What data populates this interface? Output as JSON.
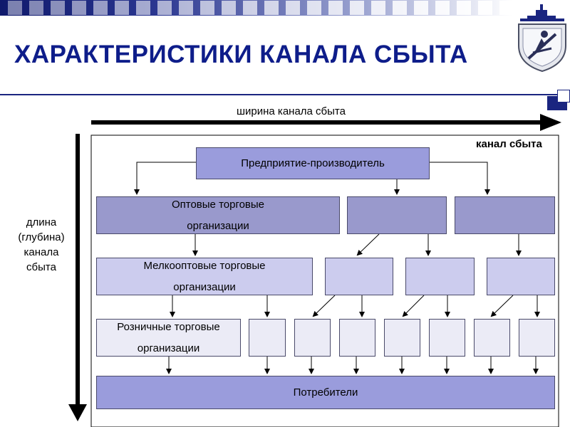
{
  "title": "ХАРАКТЕРИСТИКИ КАНАЛА СБЫТА",
  "diagram": {
    "width_label": "ширина канала сбыта",
    "length_label": [
      "длина",
      "(глубина)",
      "канала",
      "сбыта"
    ],
    "channel_label": "канал сбыта",
    "producer": "Предприятие-производитель",
    "wholesale": [
      "Оптовые торговые",
      "организации"
    ],
    "small_wholesale": [
      "Мелкооптовые торговые",
      "организации"
    ],
    "retail": [
      "Розничные торговые",
      "организации"
    ],
    "consumers": "Потребители"
  },
  "colors": {
    "title": "#0e1d8a",
    "accent": "#1a2580",
    "producer_box": "#9a9cdc",
    "wholesale_box": "#9999cc",
    "small_wholesale_box": "#ccccee",
    "retail_box": "#ebebf6",
    "consumers_box": "#9a9cdc"
  },
  "icons": [
    "university-logo-icon"
  ]
}
